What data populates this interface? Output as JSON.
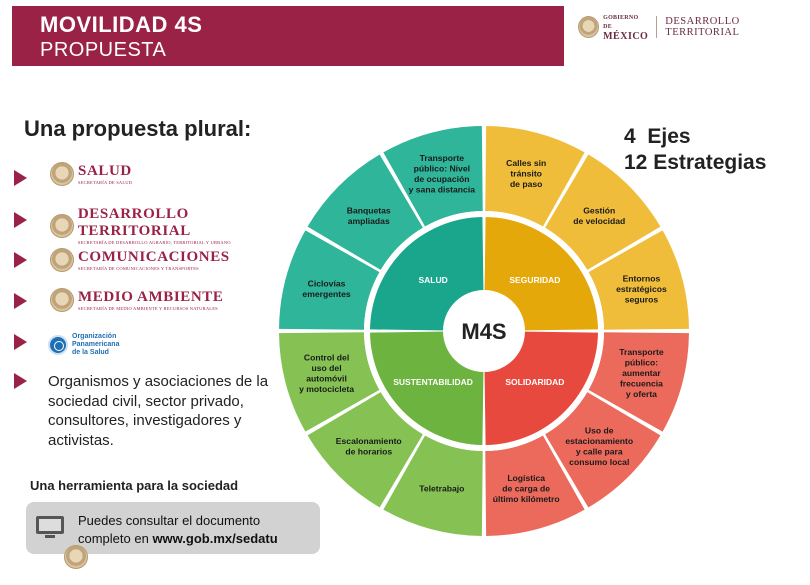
{
  "header": {
    "title": "MOVILIDAD 4S",
    "subtitle": "PROPUESTA"
  },
  "gov_logo": {
    "small": "GOBIERNO DE",
    "big": "MÉXICO",
    "department": "DESARROLLO TERRITORIAL"
  },
  "left": {
    "section_title": "Una propuesta plural:",
    "institutions": [
      {
        "name": "SALUD",
        "sub": "SECRETARÍA DE SALUD"
      },
      {
        "name": "DESARROLLO TERRITORIAL",
        "sub": "SECRETARÍA DE DESARROLLO AGRARIO, TERRITORIAL Y URBANO"
      },
      {
        "name": "COMUNICACIONES",
        "sub": "SECRETARÍA DE COMUNICACIONES Y TRANSPORTES"
      },
      {
        "name": "MEDIO AMBIENTE",
        "sub": "SECRETARÍA DE MEDIO AMBIENTE Y RECURSOS NATURALES"
      }
    ],
    "ops_logo": {
      "line1": "Organización",
      "line2": "Panamericana",
      "line3": "de la Salud"
    },
    "civil_text": "Organismos y asociaciones de la sociedad civil, sector privado, consultores, investigadores y activistas.",
    "tool_title": "Una herramienta para la sociedad"
  },
  "axes_summary": {
    "line1": "4  Ejes",
    "line2": "12 Estrategias"
  },
  "caption": {
    "line1": "Puedes consultar el documento",
    "line2_prefix": "completo en ",
    "line2_link": "www.gob.mx/sedatu"
  },
  "wheel": {
    "center_label": "M4S",
    "axes": [
      {
        "label": "SALUD",
        "color": "#1aa68c",
        "outer_color": "#2fb59a"
      },
      {
        "label": "SEGURIDAD",
        "color": "#e5a80a",
        "outer_color": "#efbd3a"
      },
      {
        "label": "SOLIDARIDAD",
        "color": "#e8493f",
        "outer_color": "#ec6a5c"
      },
      {
        "label": "SUSTENTABILIDAD",
        "color": "#6cb33f",
        "outer_color": "#86c253"
      }
    ],
    "strategies": [
      {
        "lines": [
          "Calles sin",
          "tránsito",
          "de paso"
        ]
      },
      {
        "lines": [
          "Gestión",
          "de velocidad"
        ]
      },
      {
        "lines": [
          "Entornos",
          "estratégicos",
          "seguros"
        ]
      },
      {
        "lines": [
          "Transporte",
          "público:",
          "aumentar",
          "frecuencia",
          "y oferta"
        ]
      },
      {
        "lines": [
          "Uso de",
          "estacionamiento",
          "y calle para",
          "consumo local"
        ]
      },
      {
        "lines": [
          "Logística",
          "de carga de",
          "último kilómetro"
        ]
      },
      {
        "lines": [
          "Teletrabajo"
        ]
      },
      {
        "lines": [
          "Escalonamiento",
          "de horarios"
        ]
      },
      {
        "lines": [
          "Control del",
          "uso del",
          "automóvil",
          "y motocicleta"
        ]
      },
      {
        "lines": [
          "Ciclovías",
          "emergentes"
        ]
      },
      {
        "lines": [
          "Banquetas",
          "ampliadas"
        ]
      },
      {
        "lines": [
          "Transporte",
          "público: Nivel",
          "de ocupación",
          "y sana distancia"
        ]
      }
    ]
  }
}
